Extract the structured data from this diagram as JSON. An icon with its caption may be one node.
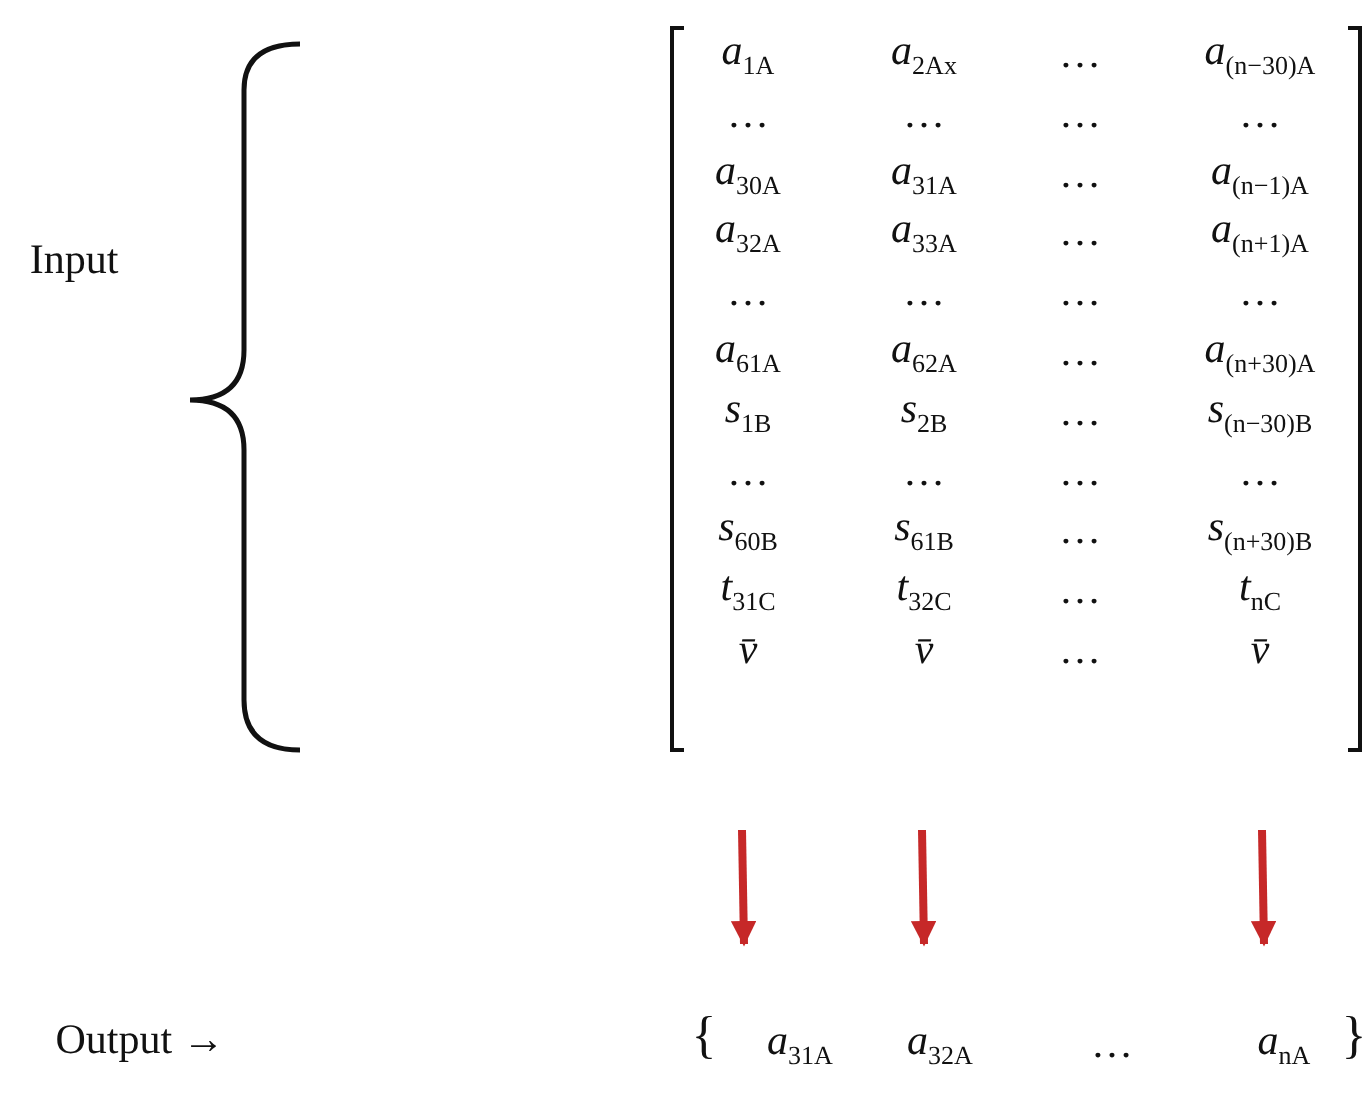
{
  "diagram": {
    "nodes": [
      {
        "text": [
          "*a*$_{31A}$"
        ]
      },
      {
        "text": [
          "*a*$_{32A}$"
        ]
      },
      {
        "text": [
          "*a*$_{nA}$"
        ]
      }
    ],
    "edges": [
      {
        "from": null,
        "to": 0,
        "arrow": "to",
        "color": "#c62828"
      },
      {
        "from": null,
        "to": 1,
        "arrow": "to",
        "color": "#c62828"
      },
      {
        "from": null,
        "to": 2,
        "arrow": "to",
        "color": "#c62828"
      }
    ],
    "labels": [
      "Input",
      "*a*$_{1A}$",
      "*a*$_{2Ax}$",
      "…",
      "*a*$_{(n−30)A}$",
      "…",
      "…",
      "…",
      "…",
      "*a*$_{30A}$",
      "*a*$_{31A}$",
      "…",
      "*a*$_{(n−1)A}$",
      "*a*$_{32A}$",
      "*a*$_{33A}$",
      "…",
      "*a*$_{(n+1)A}$",
      "…",
      "…",
      "…",
      "…",
      "*a*$_{61A}$",
      "*a*$_{62A}$",
      "…",
      "*a*$_{(n+30)A}$",
      "*s*$_{1B}$",
      "*s*$_{2B}$",
      "…",
      "*s*$_{(n−30)B}$",
      "…",
      "…",
      "…",
      "…",
      "*s*$_{60B}$",
      "*s*$_{61B}$",
      "…",
      "*s*$_{(n+30)B}$",
      "*t*$_{31C}$",
      "*t*$_{32C}$",
      "…",
      "*t*$_{nC}$",
      "*v̄*",
      "*v̄*",
      "…",
      "*v̄*",
      "Output →",
      "{",
      "…",
      "}"
    ]
  }
}
